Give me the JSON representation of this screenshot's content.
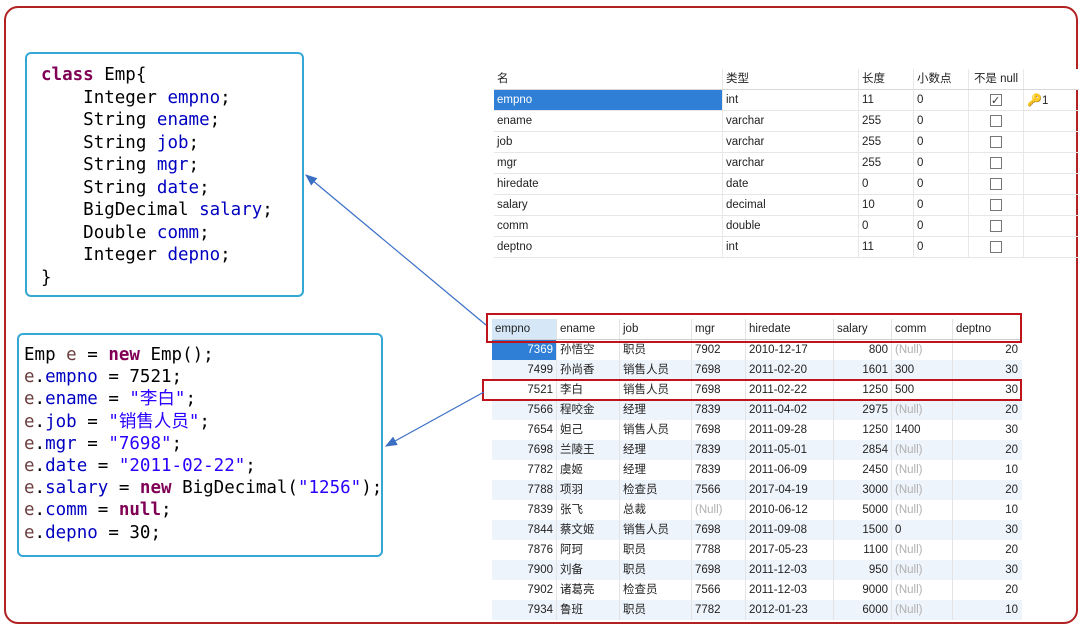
{
  "class_code": {
    "decl": "class",
    "name": "Emp{",
    "fields": [
      {
        "type": "Integer",
        "name": "empno"
      },
      {
        "type": "String",
        "name": "ename"
      },
      {
        "type": "String",
        "name": "job"
      },
      {
        "type": "String",
        "name": "mgr"
      },
      {
        "type": "String",
        "name": "date"
      },
      {
        "type": "BigDecimal",
        "name": "salary"
      },
      {
        "type": "Double",
        "name": "comm"
      },
      {
        "type": "Integer",
        "name": "depno"
      }
    ],
    "close": "}"
  },
  "object_code": {
    "line0_pre": "Emp ",
    "line0_var": "e",
    "line0_mid": " = ",
    "line0_kw": "new",
    "line0_post": " Emp();",
    "assignments": [
      {
        "var": "e",
        "field": "empno",
        "value": "7521",
        "kind": "num"
      },
      {
        "var": "e",
        "field": "ename",
        "value": "\"李白\"",
        "kind": "str"
      },
      {
        "var": "e",
        "field": "job",
        "value": "\"销售人员\"",
        "kind": "str"
      },
      {
        "var": "e",
        "field": "mgr",
        "value": "\"7698\"",
        "kind": "str"
      },
      {
        "var": "e",
        "field": "date",
        "value": "\"2011-02-22\"",
        "kind": "str"
      },
      {
        "var": "e",
        "field": "salary",
        "kw": "new",
        "ctor": " BigDecimal(",
        "value": "\"1256\"",
        "tail": ");",
        "kind": "ctor"
      },
      {
        "var": "e",
        "field": "comm",
        "value": "null",
        "kind": "kw"
      },
      {
        "var": "e",
        "field": "depno",
        "value": "30",
        "kind": "num"
      }
    ]
  },
  "schema": {
    "headers": [
      "名",
      "类型",
      "长度",
      "小数点",
      "不是 null",
      ""
    ],
    "rows": [
      {
        "name": "empno",
        "type": "int",
        "length": "11",
        "decimal": "0",
        "not_null": true,
        "key": "1"
      },
      {
        "name": "ename",
        "type": "varchar",
        "length": "255",
        "decimal": "0",
        "not_null": false,
        "key": ""
      },
      {
        "name": "job",
        "type": "varchar",
        "length": "255",
        "decimal": "0",
        "not_null": false,
        "key": ""
      },
      {
        "name": "mgr",
        "type": "varchar",
        "length": "255",
        "decimal": "0",
        "not_null": false,
        "key": ""
      },
      {
        "name": "hiredate",
        "type": "date",
        "length": "0",
        "decimal": "0",
        "not_null": false,
        "key": ""
      },
      {
        "name": "salary",
        "type": "decimal",
        "length": "10",
        "decimal": "0",
        "not_null": false,
        "key": ""
      },
      {
        "name": "comm",
        "type": "double",
        "length": "0",
        "decimal": "0",
        "not_null": false,
        "key": ""
      },
      {
        "name": "deptno",
        "type": "int",
        "length": "11",
        "decimal": "0",
        "not_null": false,
        "key": ""
      }
    ]
  },
  "data_table": {
    "headers": [
      "empno",
      "ename",
      "job",
      "mgr",
      "hiredate",
      "salary",
      "comm",
      "deptno"
    ],
    "rows": [
      [
        "7369",
        "孙悟空",
        "职员",
        "7902",
        "2010-12-17",
        "800",
        "(Null)",
        "20"
      ],
      [
        "7499",
        "孙尚香",
        "销售人员",
        "7698",
        "2011-02-20",
        "1601",
        "300",
        "30"
      ],
      [
        "7521",
        "李白",
        "销售人员",
        "7698",
        "2011-02-22",
        "1250",
        "500",
        "30"
      ],
      [
        "7566",
        "程咬金",
        "经理",
        "7839",
        "2011-04-02",
        "2975",
        "(Null)",
        "20"
      ],
      [
        "7654",
        "妲己",
        "销售人员",
        "7698",
        "2011-09-28",
        "1250",
        "1400",
        "30"
      ],
      [
        "7698",
        "兰陵王",
        "经理",
        "7839",
        "2011-05-01",
        "2854",
        "(Null)",
        "20"
      ],
      [
        "7782",
        "虞姬",
        "经理",
        "7839",
        "2011-06-09",
        "2450",
        "(Null)",
        "10"
      ],
      [
        "7788",
        "项羽",
        "检查员",
        "7566",
        "2017-04-19",
        "3000",
        "(Null)",
        "20"
      ],
      [
        "7839",
        "张飞",
        "总裁",
        "(Null)",
        "2010-06-12",
        "5000",
        "(Null)",
        "10"
      ],
      [
        "7844",
        "蔡文姬",
        "销售人员",
        "7698",
        "2011-09-08",
        "1500",
        "0",
        "30"
      ],
      [
        "7876",
        "阿珂",
        "职员",
        "7788",
        "2017-05-23",
        "1100",
        "(Null)",
        "20"
      ],
      [
        "7900",
        "刘备",
        "职员",
        "7698",
        "2011-12-03",
        "950",
        "(Null)",
        "30"
      ],
      [
        "7902",
        "诸葛亮",
        "检查员",
        "7566",
        "2011-12-03",
        "9000",
        "(Null)",
        "20"
      ],
      [
        "7934",
        "鲁班",
        "职员",
        "7782",
        "2012-01-23",
        "6000",
        "(Null)",
        "10"
      ]
    ],
    "highlighted_row": 2
  },
  "colors": {
    "frame": "#b22222",
    "code_border": "#35a7d4",
    "highlight": "#c0141c",
    "arrow": "#3b6fc4",
    "selection": "#2f7fd6"
  }
}
